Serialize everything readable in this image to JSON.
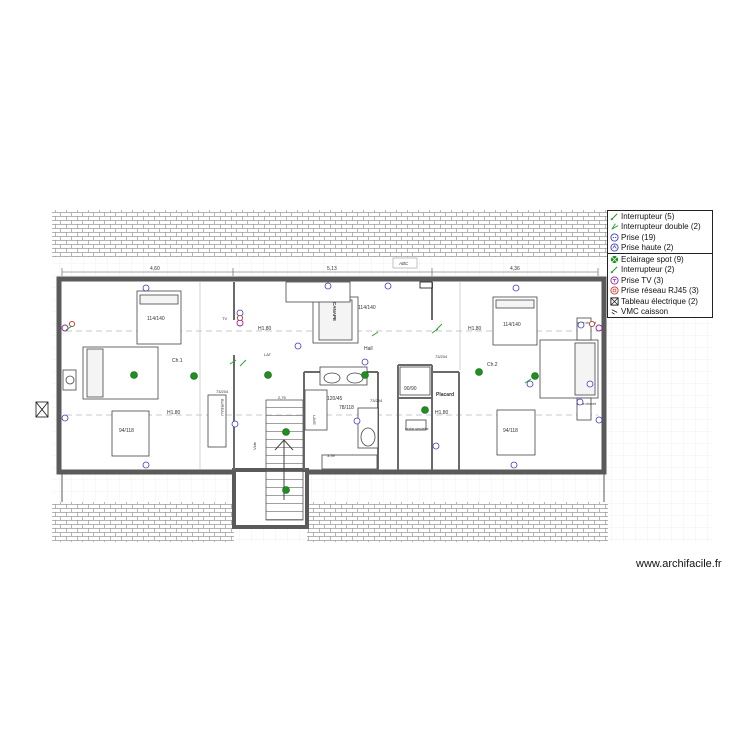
{
  "plan": {
    "top_dimensions": [
      "4,60",
      "5,13",
      "4,36"
    ],
    "north_marker": "ABC",
    "rooms": {
      "ch1": "Ch.1",
      "ch2": "Ch.2",
      "hall": "Hall",
      "placard": "Placard",
      "bureau": "BUREAU",
      "canape": "CANAPE",
      "lave": "LAVE",
      "vide": "Vide",
      "seche_serviette": "seche serviette"
    },
    "labels": {
      "bed_ch1": "114/140",
      "bed_top_mid": "114/140",
      "bed_ch2": "114/140",
      "bed_bottom_left": "94/118",
      "bed_bottom_right": "94/118",
      "h_top_left": "H1,80",
      "h_bottom_left": "H1,80",
      "h_top_right": "H1,80",
      "h_bottom_right": "H1,80",
      "door_left": "73/204",
      "door_right": "73/204",
      "door_hall": "73/204",
      "bath": "120/45",
      "shower": "90/90",
      "wc": "78/118",
      "dim_lat": "LAT",
      "dim_275": "2,75",
      "dim_339": "3,39",
      "tv_left": "TV",
      "table_chevet_top": "table chevet",
      "table_chevet_bottom": "table chevet"
    }
  },
  "legend": {
    "items": [
      {
        "label": "Interrupteur (5)",
        "icon": "switch-icon",
        "color": "#2a9d2a"
      },
      {
        "label": "Interrupteur double (2)",
        "icon": "double-switch-icon",
        "color": "#2a9d2a"
      },
      {
        "label": "Prise (19)",
        "icon": "outlet-icon",
        "color": "#3b3bbf"
      },
      {
        "label": "Prise haute (2)",
        "icon": "high-outlet-icon",
        "color": "#3b3bbf"
      },
      {
        "label": "Eclairage spot (9)",
        "icon": "spot-light-icon",
        "color": "#1f8f1f"
      },
      {
        "label": "Interrupteur (2)",
        "icon": "switch-icon",
        "color": "#2a9d2a"
      },
      {
        "label": "Prise TV (3)",
        "icon": "tv-outlet-icon",
        "color": "#8a2a9a"
      },
      {
        "label": "Prise réseau RJ45 (3)",
        "icon": "rj45-outlet-icon",
        "color": "#c0392b"
      },
      {
        "label": "Tableau électrique (2)",
        "icon": "electrical-panel-icon",
        "color": "#111111"
      },
      {
        "label": "VMC caisson",
        "icon": "vmc-icon",
        "color": "#111111"
      }
    ]
  },
  "watermark": "www.archifacile.fr"
}
